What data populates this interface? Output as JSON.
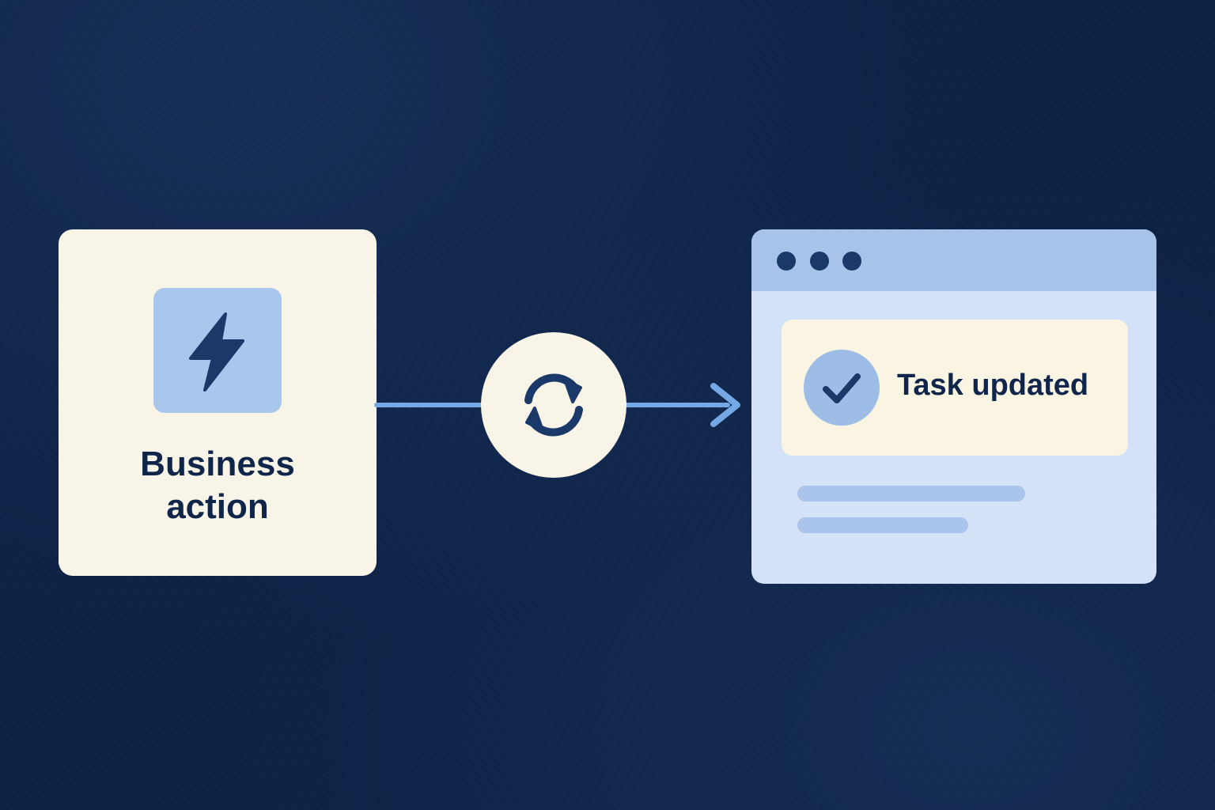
{
  "source": {
    "label_line1": "Business",
    "label_line2": "action",
    "icon": "lightning-bolt-icon"
  },
  "connector": {
    "icon": "sync-icon"
  },
  "target": {
    "window_dots": [
      "window-dot",
      "window-dot",
      "window-dot"
    ],
    "notification_text": "Task updated",
    "notification_icon": "check-icon"
  },
  "colors": {
    "background": "#0d2144",
    "card": "#f8f4e8",
    "accent_blue": "#a9c6ec",
    "arrow": "#76a8e6",
    "ink": "#10254a"
  }
}
